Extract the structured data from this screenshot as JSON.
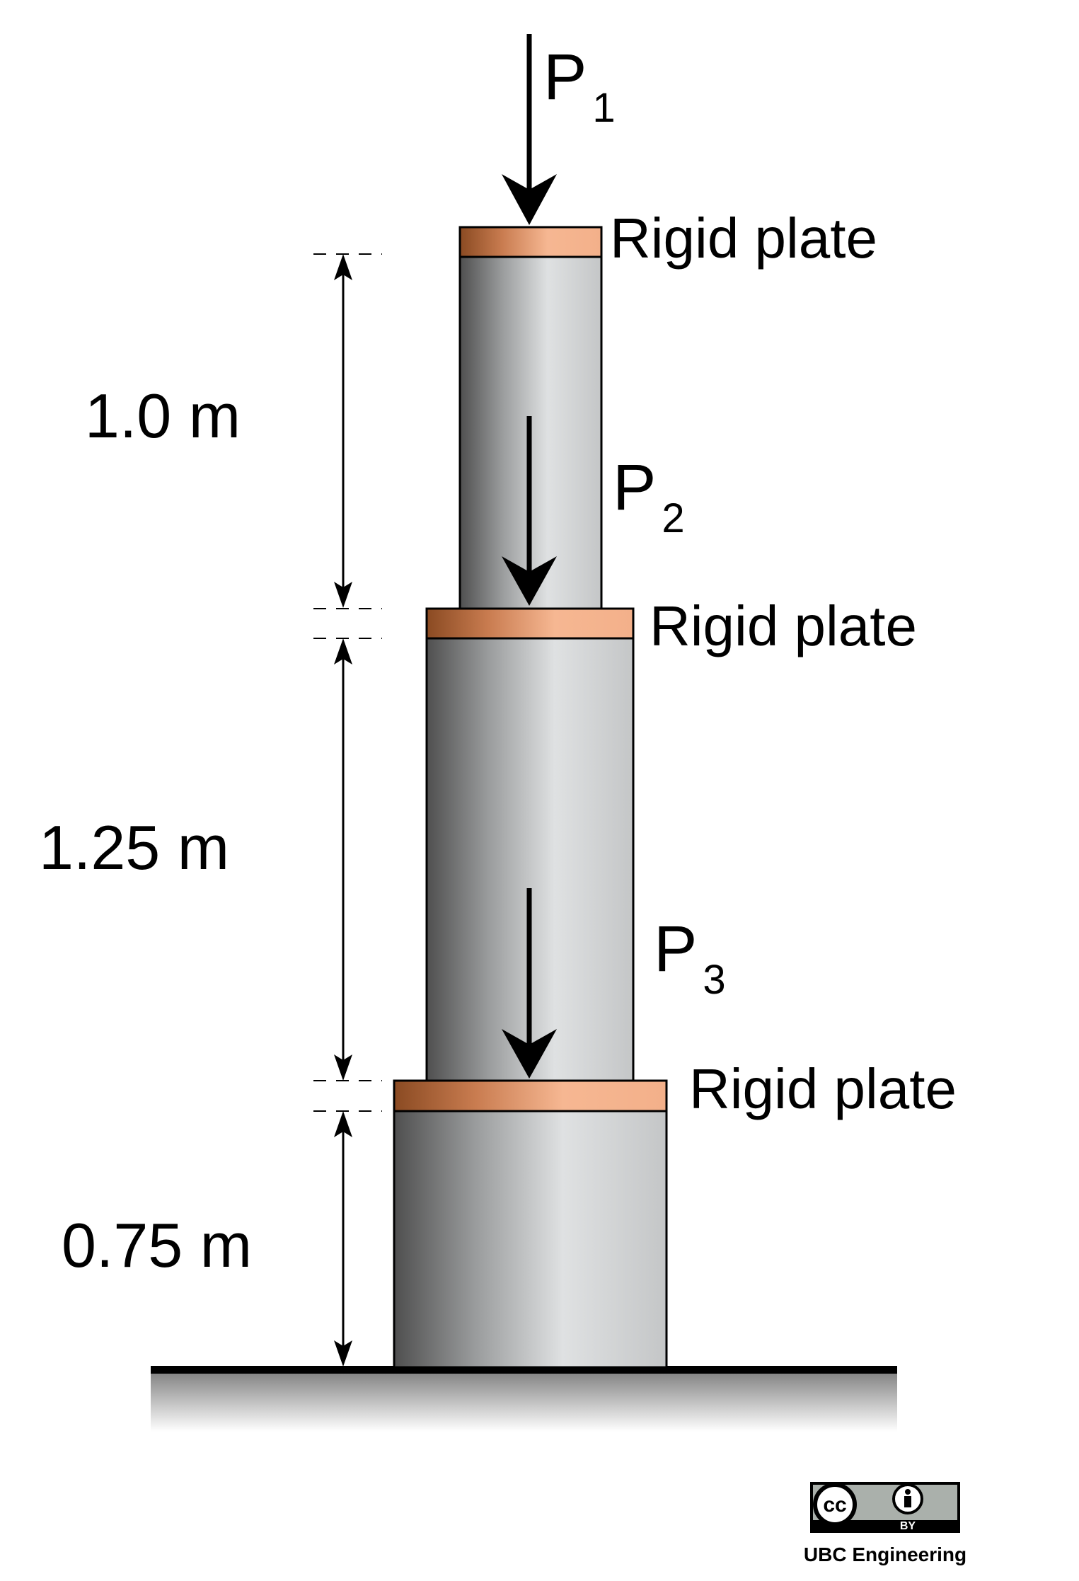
{
  "loads": [
    {
      "symbol": "P",
      "subscript": "1"
    },
    {
      "symbol": "P",
      "subscript": "2"
    },
    {
      "symbol": "P",
      "subscript": "3"
    }
  ],
  "plates": [
    {
      "label": "Rigid plate"
    },
    {
      "label": "Rigid plate"
    },
    {
      "label": "Rigid plate"
    }
  ],
  "dimensions": [
    {
      "label": "1.0 m"
    },
    {
      "label": "1.25 m"
    },
    {
      "label": "0.75 m"
    }
  ],
  "license": {
    "cc_text": "cc",
    "by_text": "BY",
    "credit": "UBC Engineering"
  },
  "colors": {
    "plate_dark": "#8a4a22",
    "plate_light": "#f6b792",
    "column_dark": "#4f4f4f",
    "column_light": "#dfe1e2"
  }
}
